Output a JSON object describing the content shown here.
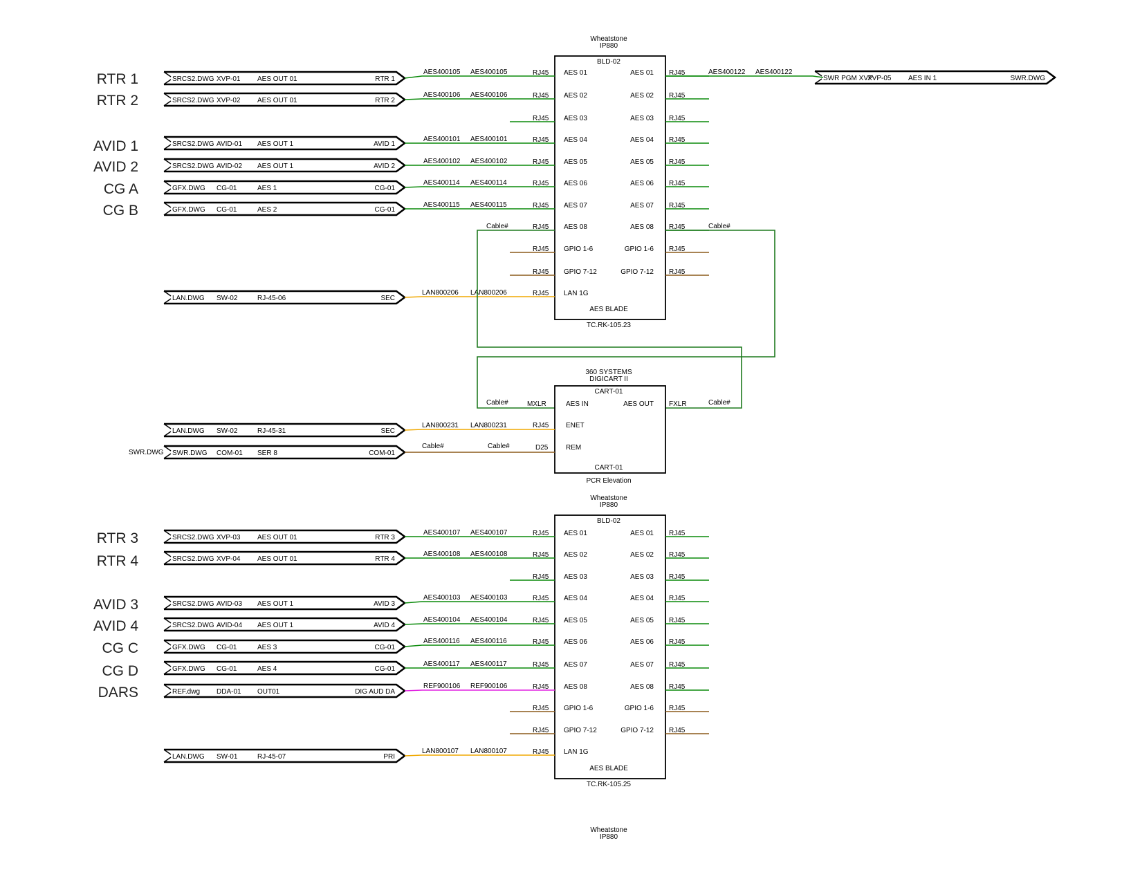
{
  "colors": {
    "aes": "#0a8a0a",
    "lan": "#f0a800",
    "ref": "#e020e0",
    "gpio": "#8b5a1a",
    "ident": "#1a1aff",
    "cable_loop": "#1f7a1f",
    "text": "#000000"
  },
  "labels": {
    "inputs": [
      "RTR 1",
      "RTR 2",
      "AVID 1",
      "AVID 2",
      "CG A",
      "CG B",
      "RTR 3",
      "RTR 4",
      "AVID 3",
      "AVID 4",
      "CG C",
      "CG D",
      "DARS"
    ]
  },
  "connectors": {
    "c1": {
      "file": "SRCS2.DWG",
      "id": "XVP-01",
      "port": "AES OUT 01",
      "dest": "RTR 1"
    },
    "c2": {
      "file": "SRCS2.DWG",
      "id": "XVP-02",
      "port": "AES OUT 01",
      "dest": "RTR 2"
    },
    "c3": {
      "file": "SRCS2.DWG",
      "id": "AVID-01",
      "port": "AES OUT 1",
      "dest": "AVID 1"
    },
    "c4": {
      "file": "SRCS2.DWG",
      "id": "AVID-02",
      "port": "AES OUT 1",
      "dest": "AVID 2"
    },
    "c5": {
      "file": "GFX.DWG",
      "id": "CG-01",
      "port": "AES 1",
      "dest": "CG-01"
    },
    "c6": {
      "file": "GFX.DWG",
      "id": "CG-01",
      "port": "AES 2",
      "dest": "CG-01"
    },
    "c7": {
      "file": "LAN.DWG",
      "id": "SW-02",
      "port": "RJ-45-06",
      "dest": "SEC"
    },
    "c8": {
      "file": "LAN.DWG",
      "id": "SW-02",
      "port": "RJ-45-31",
      "dest": "SEC"
    },
    "c9": {
      "file": "SWR.DWG",
      "id": "COM-01",
      "port": "SER 8",
      "dest": "COM-01"
    },
    "c10": {
      "file": "SRCS2.DWG",
      "id": "XVP-03",
      "port": "AES OUT 01",
      "dest": "RTR 3"
    },
    "c11": {
      "file": "SRCS2.DWG",
      "id": "XVP-04",
      "port": "AES OUT 01",
      "dest": "RTR 4"
    },
    "c12": {
      "file": "SRCS2.DWG",
      "id": "AVID-03",
      "port": "AES OUT 1",
      "dest": "AVID 3"
    },
    "c13": {
      "file": "SRCS2.DWG",
      "id": "AVID-04",
      "port": "AES OUT 1",
      "dest": "AVID 4"
    },
    "c14": {
      "file": "GFX.DWG",
      "id": "CG-01",
      "port": "AES 3",
      "dest": "CG-01"
    },
    "c15": {
      "file": "GFX.DWG",
      "id": "CG-01",
      "port": "AES 4",
      "dest": "CG-01"
    },
    "c16": {
      "file": "REF.dwg",
      "id": "DDA-01",
      "port": "OUT01",
      "dest": "DIG AUD DA"
    },
    "c17": {
      "file": "LAN.DWG",
      "id": "SW-01",
      "port": "RJ-45-07",
      "dest": "PRI"
    },
    "out1": {
      "file": "SWR PGM XVP",
      "id": "XVP-05",
      "port": "AES IN 1",
      "dest": "SWR.DWG"
    }
  },
  "cables": {
    "a1": "AES400105",
    "a2": "AES400106",
    "a3": "AES400101",
    "a4": "AES400102",
    "a5": "AES400114",
    "a6": "AES400115",
    "cable": "Cable#",
    "lan1": "LAN800206",
    "lan2": "LAN800231",
    "out1": "AES400122",
    "b1": "AES400107",
    "b2": "AES400108",
    "b3": "AES400103",
    "b4": "AES400104",
    "b5": "AES400116",
    "b6": "AES400117",
    "ref1": "REF900106",
    "lan3": "LAN800107"
  },
  "devices": {
    "blade1": {
      "maker": "Wheatstone",
      "model": "IP880",
      "id": "BLD-02",
      "type": "AES BLADE",
      "location": "TC.RK-105.23",
      "in_ports": [
        "AES 01",
        "AES 02",
        "AES 03",
        "AES 04",
        "AES 05",
        "AES 06",
        "AES 07",
        "AES 08",
        "GPIO 1-6",
        "GPIO 7-12",
        "LAN 1G"
      ],
      "out_ports": [
        "AES 01",
        "AES 02",
        "AES 03",
        "AES 04",
        "AES 05",
        "AES 06",
        "AES 07",
        "AES 08",
        "GPIO 1-6",
        "GPIO 7-12"
      ],
      "connector": "RJ45"
    },
    "cart": {
      "maker": "360 SYSTEMS",
      "model": "DIGICART II",
      "id": "CART-01",
      "id_bottom": "CART-01",
      "location": "PCR Elevation",
      "aes_in": "AES IN",
      "aes_out": "AES OUT",
      "mxlr": "MXLR",
      "fxlr": "FXLR",
      "enet": "ENET",
      "rem": "REM",
      "rj45": "RJ45",
      "d25": "D25"
    },
    "blade2": {
      "maker": "Wheatstone",
      "model": "IP880",
      "id": "BLD-02",
      "type": "AES BLADE",
      "location": "TC.RK-105.25",
      "in_ports": [
        "AES 01",
        "AES 02",
        "AES 03",
        "AES 04",
        "AES 05",
        "AES 06",
        "AES 07",
        "AES 08",
        "GPIO 1-6",
        "GPIO 7-12",
        "LAN 1G"
      ],
      "out_ports": [
        "AES 01",
        "AES 02",
        "AES 03",
        "AES 04",
        "AES 05",
        "AES 06",
        "AES 07",
        "AES 08",
        "GPIO 1-6",
        "GPIO 7-12"
      ],
      "connector": "RJ45"
    },
    "blade3": {
      "maker": "Wheatstone",
      "model": "IP880"
    }
  },
  "misc": {
    "swr_label": "SWR.DWG"
  }
}
